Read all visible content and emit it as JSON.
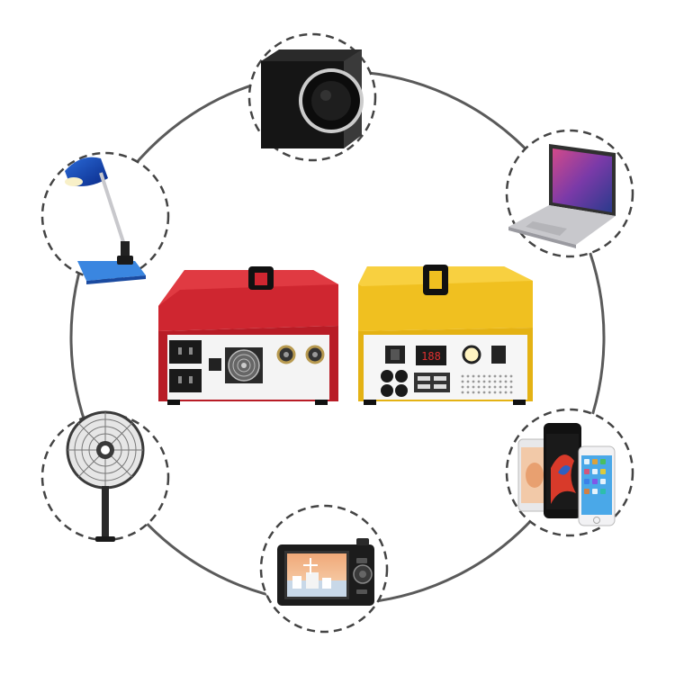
{
  "scene": {
    "description_free": true,
    "colors": {
      "background": "#ffffff",
      "ring": "#555555",
      "dash": "#444444",
      "red_case": "#c8202a",
      "yellow_case": "#f2c21a",
      "panel": "#f4f4f4",
      "handle": "#111111"
    },
    "devices": [
      {
        "id": "speaker",
        "icon": "speaker-icon"
      },
      {
        "id": "laptop",
        "icon": "laptop-icon"
      },
      {
        "id": "phones",
        "icon": "smartphones-icon"
      },
      {
        "id": "camera",
        "icon": "camera-icon"
      },
      {
        "id": "fan",
        "icon": "standing-fan-icon"
      },
      {
        "id": "lamp",
        "icon": "desk-lamp-icon"
      }
    ],
    "power_stations": [
      {
        "id": "red-unit",
        "icon": "power-station-icon"
      },
      {
        "id": "yellow-unit",
        "icon": "power-station-icon"
      }
    ],
    "yellow_unit_display": "188"
  }
}
